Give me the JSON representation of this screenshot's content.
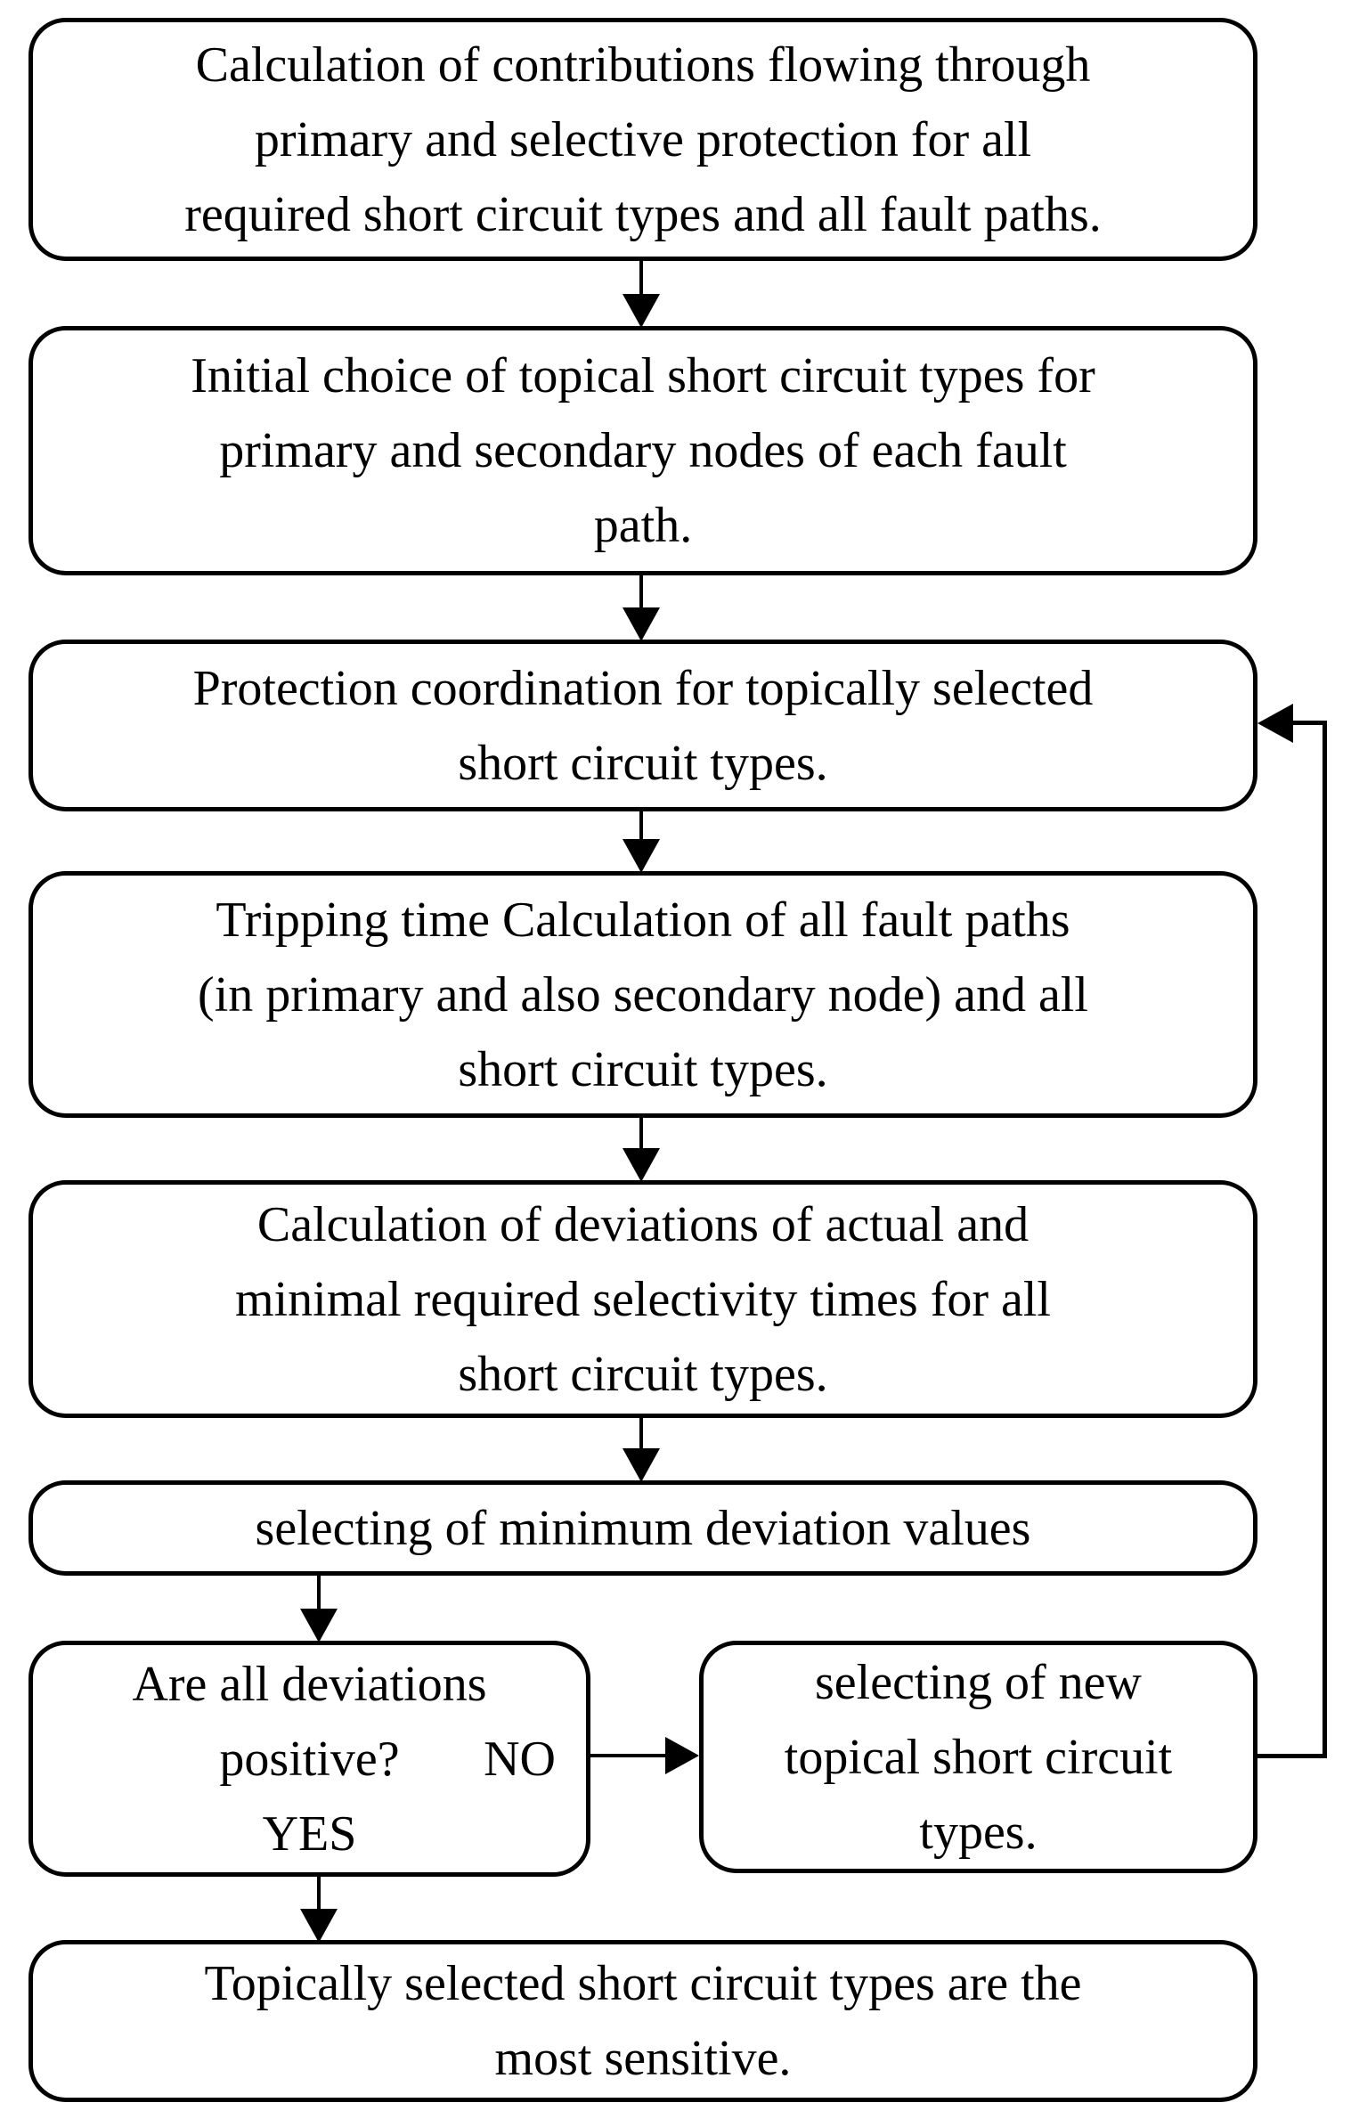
{
  "flowchart": {
    "background_color": "#ffffff",
    "line_color": "#000000",
    "steps": [
      {
        "name": "contributions-calculation",
        "lines": [
          "Calculation of contributions flowing through",
          "primary and selective protection for all",
          "required short circuit types and all fault paths."
        ]
      },
      {
        "name": "initial-choice",
        "lines": [
          "Initial choice of topical short circuit types for",
          "primary and secondary nodes of each fault",
          "path."
        ]
      },
      {
        "name": "protection-coordination",
        "lines": [
          "Protection coordination for topically selected",
          "short circuit types."
        ]
      },
      {
        "name": "tripping-time-calculation",
        "lines": [
          "Tripping time Calculation of all fault paths",
          "(in primary and also secondary node) and all",
          "short circuit types."
        ]
      },
      {
        "name": "deviations-calculation",
        "lines": [
          "Calculation of deviations of actual and",
          "minimal required selectivity times for all",
          "short circuit types."
        ]
      },
      {
        "name": "minimum-deviation-selection",
        "lines": [
          "selecting of minimum deviation values"
        ]
      },
      {
        "name": "deviations-positive-decision",
        "lines": [
          "Are all deviations",
          "positive?"
        ],
        "no_label": "NO",
        "yes_label": "YES"
      },
      {
        "name": "new-topical-selection",
        "lines": [
          "selecting of new",
          "topical short circuit",
          "types."
        ]
      },
      {
        "name": "conclusion",
        "lines": [
          "Topically selected short circuit types are the",
          "most sensitive."
        ]
      }
    ]
  }
}
